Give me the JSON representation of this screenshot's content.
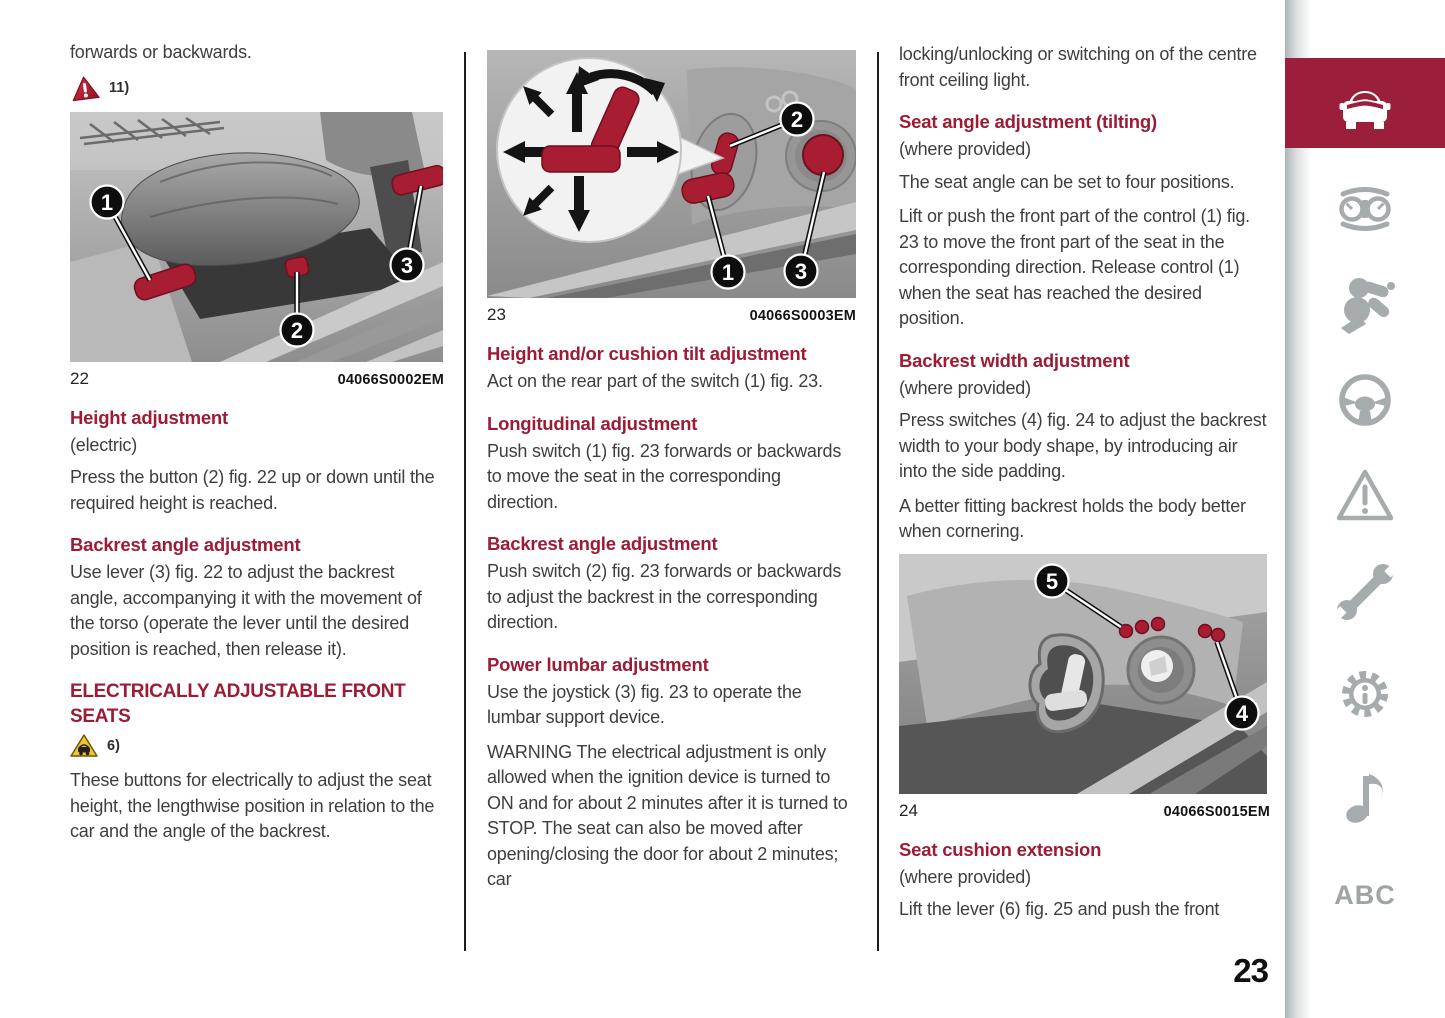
{
  "page": {
    "number": "23",
    "accent_color": "#9b1e3a",
    "heading_color": "#9d1b35",
    "body_color": "#3e3e40"
  },
  "col1": {
    "intro": "forwards or backwards.",
    "warning_red_label": "11)",
    "fig22": {
      "num": "22",
      "code": "04066S0002EM",
      "c1": "1",
      "c2": "2",
      "c3": "3"
    },
    "height_adjustment": {
      "heading": "Height adjustment",
      "sub": "(electric)",
      "body": "Press the button (2) fig. 22 up or down until the required height is reached."
    },
    "backrest_angle": {
      "heading": "Backrest angle adjustment",
      "body": "Use lever (3) fig. 22 to adjust the backrest angle, accompanying it with the movement of the torso (operate the lever until the desired position is reached, then release it)."
    },
    "electric_seats": {
      "heading": "ELECTRICALLY ADJUSTABLE FRONT SEATS",
      "warning_yellow_label": "6)",
      "body": "These buttons for electrically to adjust the seat height, the lengthwise position in relation to the car and the angle of the backrest."
    }
  },
  "col2": {
    "fig23": {
      "num": "23",
      "code": "04066S0003EM",
      "c1": "1",
      "c2": "2",
      "c3": "3"
    },
    "height_tilt": {
      "heading": "Height and/or cushion tilt adjustment",
      "body": "Act on the rear part of the switch (1) fig. 23."
    },
    "longitudinal": {
      "heading": "Longitudinal adjustment",
      "body": "Push switch (1) fig. 23 forwards or backwards to move the seat in the corresponding direction."
    },
    "backrest_angle": {
      "heading": "Backrest angle adjustment",
      "body": "Push switch (2) fig. 23 forwards or backwards to adjust the backrest in the corresponding direction."
    },
    "power_lumbar": {
      "heading": "Power lumbar adjustment",
      "body1": "Use the joystick (3) fig. 23 to operate the lumbar support device.",
      "body2": "WARNING The electrical adjustment is only allowed when the ignition device is turned to ON and for about 2 minutes after it is turned to STOP. The seat can also be moved after opening/closing the door for about 2 minutes; car"
    }
  },
  "col3": {
    "intro": "locking/unlocking or switching on of the centre front ceiling light.",
    "seat_angle": {
      "heading": "Seat angle adjustment (tilting)",
      "sub": "(where provided)",
      "body1": "The seat angle can be set to four positions.",
      "body2": "Lift or push the front part of the control (1) fig. 23 to move the front part of the seat in the corresponding direction. Release control (1) when the seat has reached the desired position."
    },
    "backrest_width": {
      "heading": "Backrest width adjustment",
      "sub": "(where provided)",
      "body1": "Press switches (4) fig. 24 to adjust the backrest width to your body shape, by introducing air into the side padding.",
      "body2": "A better fitting backrest holds the body better when cornering."
    },
    "fig24": {
      "num": "24",
      "code": "04066S0015EM",
      "c4": "4",
      "c5": "5"
    },
    "seat_cushion": {
      "heading": "Seat cushion extension",
      "sub": "(where provided)",
      "body": "Lift the lever (6) fig. 25 and push the front"
    }
  },
  "sidebar": {
    "icons": [
      "car",
      "dashboard",
      "airbag",
      "steering-wheel",
      "warning-triangle",
      "wrench",
      "gear-info",
      "music-note"
    ],
    "abc": "ABC"
  }
}
